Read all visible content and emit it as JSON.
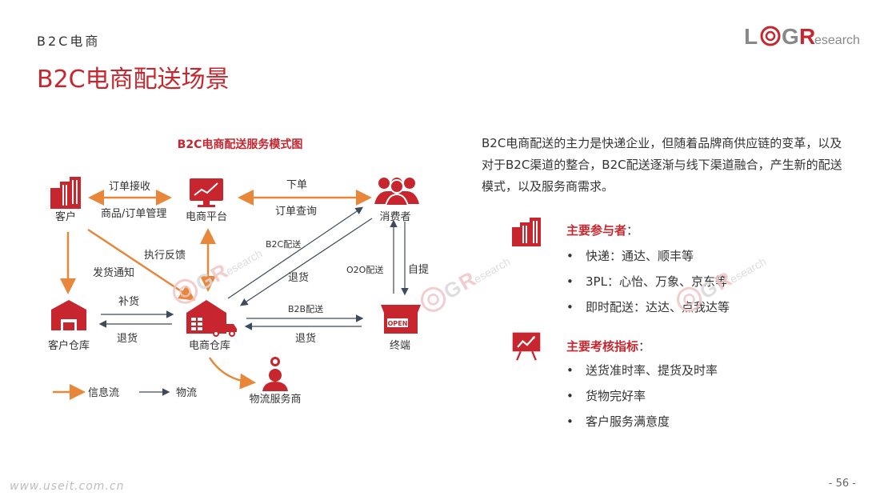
{
  "header": {
    "section_label": "B2C电商",
    "title": "B2C电商配送场景",
    "logo_text": "LOGResearch"
  },
  "diagram": {
    "title": "B2C电商配送服务模式图",
    "nodes": {
      "customer": "客户",
      "platform": "电商平台",
      "consumer": "消费者",
      "customer_warehouse": "客户仓库",
      "ecom_warehouse": "电商仓库",
      "terminal": "终端",
      "logistics_provider": "物流服务商"
    },
    "edge_labels": {
      "order_receive": "订单接收",
      "goods_order_mgmt": "商品/订单管理",
      "place_order": "下单",
      "order_query": "订单查询",
      "exec_feedback": "执行反馈",
      "ship_notice": "发货通知",
      "b2c_delivery": "B2C配送",
      "return_1": "退货",
      "o2o_delivery": "O2O配送",
      "self_pickup": "自提",
      "replenish": "补货",
      "return_2": "退货",
      "b2b_delivery": "B2B配送",
      "return_3": "退货"
    },
    "legend": {
      "info_flow": "信息流",
      "logistics_flow": "物流"
    },
    "store_sign": "OPEN",
    "colors": {
      "info_flow": "#e8873a",
      "logistics_flow": "#3d4a5c",
      "accent": "#c8262e"
    }
  },
  "paragraph": "B2C电商配送的主力是快递企业，但随着品牌商供应链的变革，以及对于B2C渠道的整合，B2C配送逐渐与线下渠道融合，产生新的配送模式，以及服务商需求。",
  "participants": {
    "title": "主要参与者",
    "colon": "：",
    "icon": "building-icon",
    "items": [
      "快递：通达、顺丰等",
      "3PL：心怡、万象、京东等",
      "即时配送：达达、点我达等"
    ]
  },
  "kpis": {
    "title": "主要考核指标",
    "colon": "：",
    "icon": "chart-board-icon",
    "items": [
      "送货准时率、提货及时率",
      "货物完好率",
      "客户服务满意度"
    ]
  },
  "bullet": "•",
  "footer": {
    "site": "www.useit.com.cn",
    "page_number": "- 56 -"
  }
}
